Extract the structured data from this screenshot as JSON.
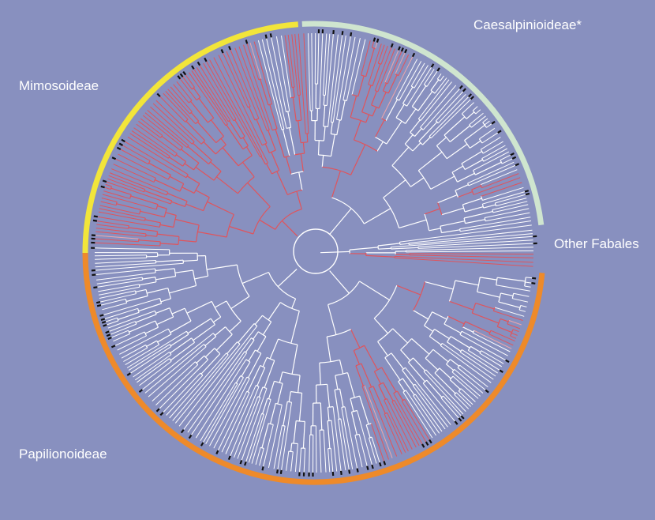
{
  "labels": {
    "caesalpinioideae": "Caesalpinioideae*",
    "mimosoideae": "Mimosoideae",
    "other_fabales": "Other Fabales",
    "papilionoideae": "Papilionoideae"
  },
  "colors": {
    "background": "#8890bf",
    "branch": "#ffffff",
    "highlight": "#e0545c",
    "highlight_light": "#f0a6aa",
    "mimosoideae_arc": "#f2e53a",
    "caesalpinioideae_arc": "#cfe5cf",
    "papilionoideae_arc": "#ee8a2a",
    "tip_marker": "#111111"
  }
}
